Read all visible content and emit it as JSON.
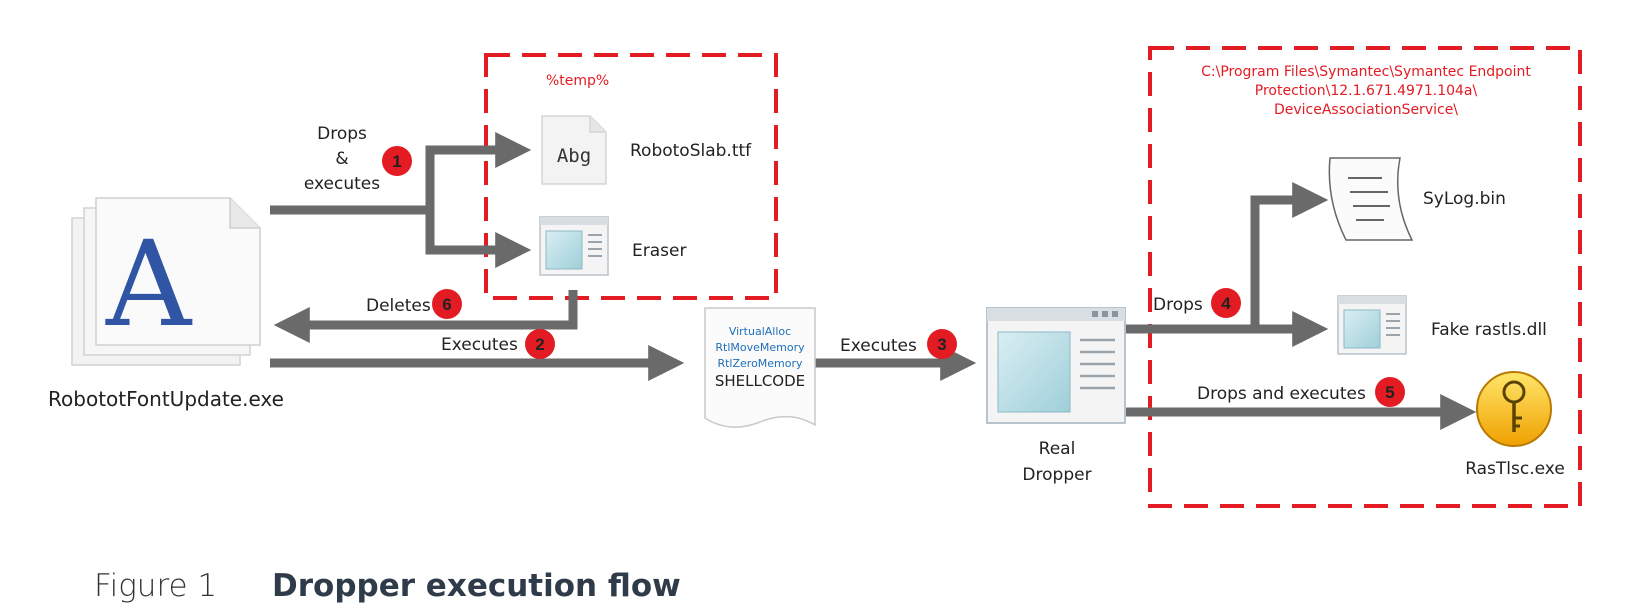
{
  "nodes": {
    "source": "RobototFontUpdate.exe",
    "font_file": "RobotoSlab.ttf",
    "font_icon_text": "Abg",
    "eraser": "Eraser",
    "shellcode": {
      "api1": "VirtualAlloc",
      "api2": "RtlMoveMemory",
      "api3": "RtlZeroMemory",
      "label": "SHELLCODE"
    },
    "real_dropper_line1": "Real",
    "real_dropper_line2": "Dropper",
    "sylog": "SyLog.bin",
    "fake_dll": "Fake rastls.dll",
    "rastlsc": "RasTlsc.exe"
  },
  "zones": {
    "temp": "%temp%",
    "symantec_line1": "C:\\Program Files\\Symantec\\Symantec Endpoint",
    "symantec_line2": "Protection\\12.1.671.4971.104a\\",
    "symantec_line3": "DeviceAssociationService\\"
  },
  "edges": {
    "drops_executes_line1": "Drops",
    "drops_executes_line2": "&",
    "drops_executes_line3": "executes",
    "deletes": "Deletes",
    "executes_2": "Executes",
    "executes_3": "Executes",
    "drops_4": "Drops",
    "drops_and_executes": "Drops and executes"
  },
  "steps": [
    "1",
    "2",
    "3",
    "4",
    "5",
    "6"
  ],
  "caption": {
    "label": "Figure 1",
    "title": "Dropper execution flow"
  },
  "colors": {
    "arrow": "#6a6a6a",
    "dashed_border": "#e31b23",
    "badge": "#e31b23"
  }
}
